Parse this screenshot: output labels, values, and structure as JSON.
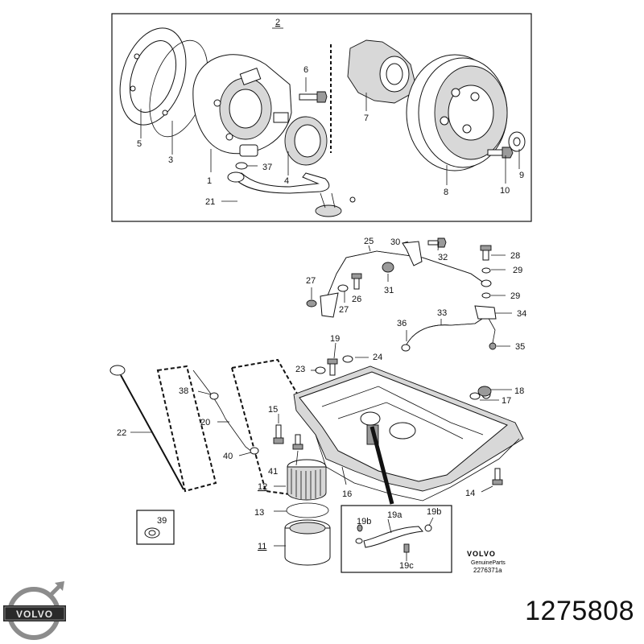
{
  "top_group_label": "2",
  "callouts": {
    "c1": "1",
    "c3": "3",
    "c4": "4",
    "c5": "5",
    "c6": "6",
    "c7": "7",
    "c8": "8",
    "c9": "9",
    "c10": "10",
    "c21": "21",
    "c37": "37",
    "c25": "25",
    "c26": "26",
    "c27a": "27",
    "c27b": "27",
    "c28": "28",
    "c29a": "29",
    "c29b": "29",
    "c30": "30",
    "c31": "31",
    "c32": "32",
    "c33": "33",
    "c34": "34",
    "c35": "35",
    "c36": "36",
    "c11": "11",
    "c12": "12",
    "c13": "13",
    "c14": "14",
    "c15": "15",
    "c16": "16",
    "c17": "17",
    "c18": "18",
    "c19": "19",
    "c20": "20",
    "c22": "22",
    "c23": "23",
    "c24": "24",
    "c38": "38",
    "c39": "39",
    "c40": "40",
    "c41": "41",
    "c19a": "19a",
    "c19b1": "19b",
    "c19b2": "19b",
    "c19c": "19c"
  },
  "brand_small": {
    "name": "VOLVO",
    "subtitle": "GenuineParts",
    "code": "2276371a"
  },
  "logo_text": "VOLVO",
  "part_number": "1275808"
}
